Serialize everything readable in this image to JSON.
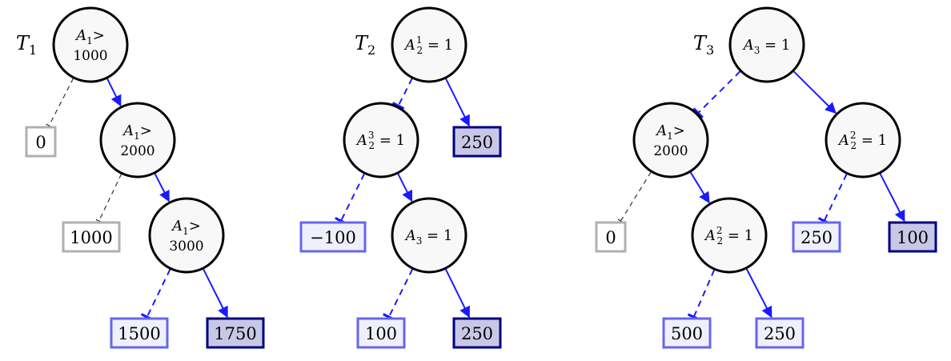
{
  "colors": {
    "leaf_gray_border": "#b0b0b0",
    "leaf_gray_fill": "#ffffff",
    "leaf_light_border": "#6666ee",
    "leaf_light_fill": "#f0f0fc",
    "leaf_dark_border": "#000080",
    "leaf_dark_fill": "#c8c8e6",
    "edge_blue": "#1a1aff",
    "edge_gray": "#333333"
  },
  "trees": [
    {
      "label": "T",
      "label_sub": "1",
      "nodes": [
        {
          "var": "A",
          "sub": "1",
          "sup": "",
          "op": ">",
          "value": "1000",
          "style": "stacked"
        },
        {
          "var": "A",
          "sub": "1",
          "sup": "",
          "op": ">",
          "value": "2000",
          "style": "stacked"
        },
        {
          "var": "A",
          "sub": "1",
          "sup": "",
          "op": ">",
          "value": "3000",
          "style": "stacked"
        }
      ],
      "leaves": [
        {
          "text": "0",
          "tone": "gray"
        },
        {
          "text": "1000",
          "tone": "gray"
        },
        {
          "text": "1500",
          "tone": "light"
        },
        {
          "text": "1750",
          "tone": "dark"
        }
      ]
    },
    {
      "label": "T",
      "label_sub": "2",
      "nodes": [
        {
          "var": "A",
          "sub": "2",
          "sup": "1",
          "op": "=",
          "value": "1",
          "style": "inline"
        },
        {
          "var": "A",
          "sub": "2",
          "sup": "3",
          "op": "=",
          "value": "1",
          "style": "inline"
        },
        {
          "var": "A",
          "sub": "3",
          "sup": "",
          "op": "=",
          "value": "1",
          "style": "inline"
        }
      ],
      "leaves": [
        {
          "text": "250",
          "tone": "dark"
        },
        {
          "text": "−100",
          "tone": "light"
        },
        {
          "text": "100",
          "tone": "light"
        },
        {
          "text": "250",
          "tone": "dark"
        }
      ]
    },
    {
      "label": "T",
      "label_sub": "3",
      "nodes": [
        {
          "var": "A",
          "sub": "3",
          "sup": "",
          "op": "=",
          "value": "1",
          "style": "inline"
        },
        {
          "var": "A",
          "sub": "1",
          "sup": "",
          "op": ">",
          "value": "2000",
          "style": "stacked"
        },
        {
          "var": "A",
          "sub": "2",
          "sup": "2",
          "op": "=",
          "value": "1",
          "style": "inline"
        },
        {
          "var": "A",
          "sub": "2",
          "sup": "2",
          "op": "=",
          "value": "1",
          "style": "inline"
        }
      ],
      "leaves": [
        {
          "text": "0",
          "tone": "gray"
        },
        {
          "text": "500",
          "tone": "light"
        },
        {
          "text": "250",
          "tone": "light"
        },
        {
          "text": "250",
          "tone": "light"
        },
        {
          "text": "100",
          "tone": "dark"
        }
      ]
    }
  ]
}
